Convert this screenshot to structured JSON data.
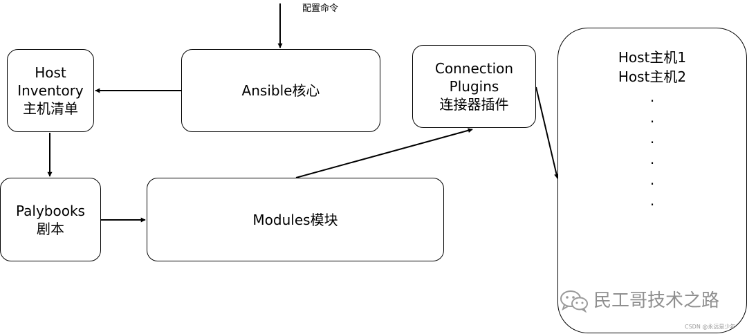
{
  "config_label": "配置命令",
  "inventory": {
    "lines": [
      "Host",
      "Inventory",
      "主机清单"
    ]
  },
  "core": {
    "label": "Ansible核心"
  },
  "connection": {
    "lines": [
      "Connection",
      "Plugins",
      "连接器插件"
    ]
  },
  "playbooks": {
    "lines": [
      "Palybooks",
      "剧本"
    ]
  },
  "modules": {
    "label": "Modules模块"
  },
  "hosts": {
    "lines": [
      "Host主机1",
      "Host主机2"
    ],
    "dots": [
      ".",
      ".",
      ".",
      ".",
      ".",
      "."
    ]
  },
  "watermark": {
    "text": "民工哥技术之路"
  },
  "csdn_note": "CSDN @永远是少年"
}
